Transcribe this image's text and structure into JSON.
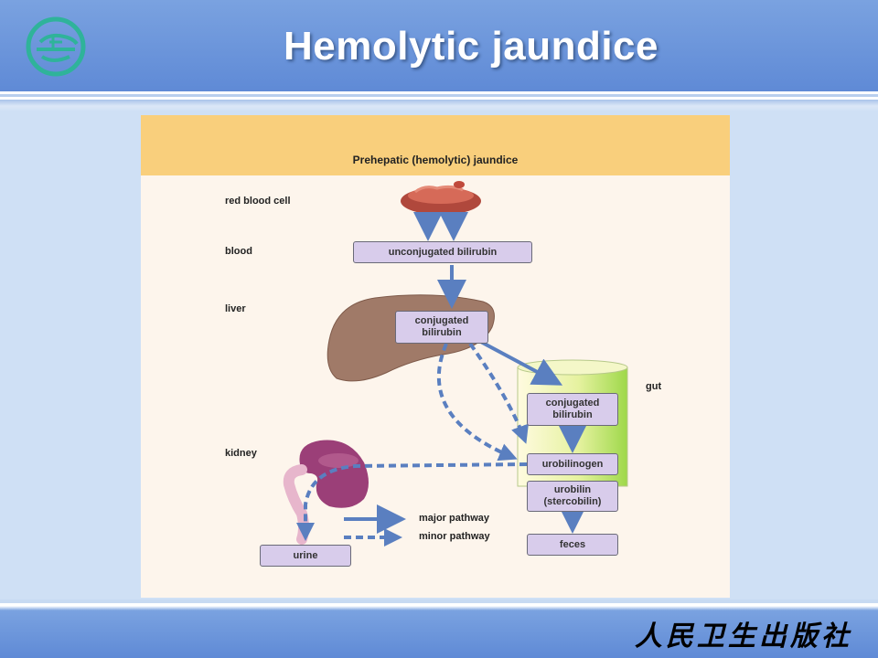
{
  "slide": {
    "title": "Hemolytic jaundice",
    "publisher": "人民卫生出版社"
  },
  "figure": {
    "title": "Prehepatic (hemolytic) jaundice",
    "labels": {
      "red_blood_cell": "red blood cell",
      "blood": "blood",
      "liver": "liver",
      "kidney": "kidney",
      "gut": "gut"
    },
    "boxes": {
      "unconjugated_bilirubin": "unconjugated bilirubin",
      "conjugated_bilirubin_liver": "conjugated\nbilirubin",
      "conjugated_bilirubin_gut": "conjugated\nbilirubin",
      "urobilinogen": "urobilinogen",
      "urobilin": "urobilin\n(stercobilin)",
      "feces": "feces",
      "urine": "urine"
    },
    "legend": {
      "major": "major pathway",
      "minor": "minor pathway"
    }
  },
  "colors": {
    "header_blue": "#5f8ad6",
    "arrow_blue": "#5a7fc0",
    "box_fill": "#d8cceb",
    "panel_header": "#f9cf7c",
    "liver": "#a07a68",
    "kidney": "#9b3f78",
    "gut_gradient_start": "#fffbe0",
    "gut_gradient_end": "#9ed84a"
  },
  "icons": [
    "logo-icon",
    "red-blood-cell-icon",
    "liver-icon",
    "kidney-icon",
    "gut-icon"
  ]
}
